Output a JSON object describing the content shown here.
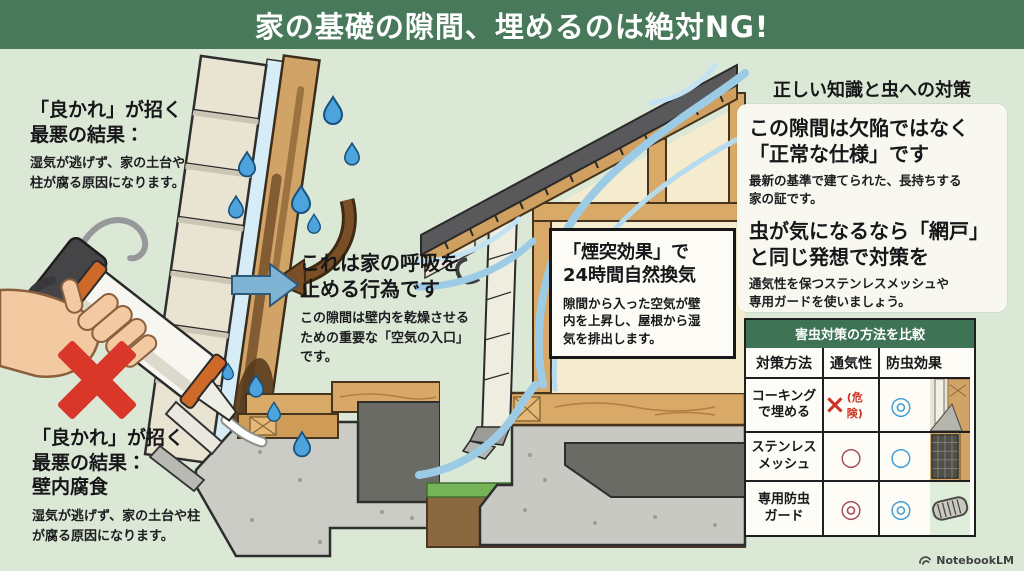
{
  "banner": {
    "title": "家の基礎の隙間、埋めるのは絶対NG!"
  },
  "left_panel": {
    "warning_top_heading": "「良かれ」が招く\n最悪の結果：",
    "warning_top_body": "湿気が逃げず、家の土台や\n柱が腐る原因になります。",
    "breath_heading": "これは家の呼吸を\n止める行為です",
    "breath_body": "この隙間は壁内を乾燥させる\nための重要な「空気の入口」\nです。",
    "warning_bottom_heading": "「良かれ」が招く\n最悪の結果：\n壁内腐食",
    "warning_bottom_body": "湿気が逃げず、家の土台や柱\nが腐る原因になります。"
  },
  "center_panel": {
    "chimney_heading": "「煙突効果」で\n24時間自然換気",
    "chimney_body": "隙間から入った空気が壁\n内を上昇し、屋根から湿\n気を排出します。"
  },
  "right_panel": {
    "heading": "正しい知識と虫への対策",
    "spec_heading": "この隙間は欠陥ではなく\n「正常な仕様」です",
    "spec_body": "最新の基準で建てられた、長持ちする\n家の証です。",
    "screen_heading": "虫が気になるなら「網戸」\nと同じ発想で対策を",
    "screen_body": "通気性を保つステンレスメッシュや\n専用ガードを使いましょう。",
    "table": {
      "title": "害虫対策の方法を比較",
      "headers": [
        "対策方法",
        "通気性",
        "防虫効果"
      ],
      "rows": [
        {
          "method": "コーキング\nで埋める",
          "vent_symbol": "×",
          "vent_note": "(危険)",
          "bug_symbol": "◎"
        },
        {
          "method": "ステンレス\nメッシュ",
          "vent_symbol": "○",
          "vent_note": "",
          "bug_symbol": "○"
        },
        {
          "method": "専用防虫\nガード",
          "vent_symbol": "◎",
          "vent_note": "",
          "bug_symbol": "◎"
        }
      ]
    }
  },
  "footer": {
    "brand": "NotebookLM"
  },
  "colors": {
    "banner_green": "#47795a",
    "background": "#dbe8d6",
    "table_header_green": "#3e7355",
    "danger_red": "#cc3325",
    "vent_maroon": "#a34b5c",
    "bug_blue": "#3f9ed6"
  }
}
